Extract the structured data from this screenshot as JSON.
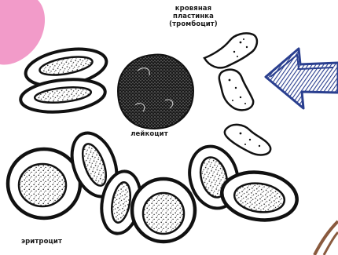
{
  "labels": {
    "platelet_line1": "кровяная",
    "platelet_line2": "пластинка",
    "platelet_line3": "(тромбоцит)",
    "leukocyte": "лейкоцит",
    "erythrocyte": "эритроцит"
  },
  "colors": {
    "pink_blob": "#f29bc9",
    "arrow_blue": "#2a3f8f",
    "ink": "#111111",
    "cell_fill": "#ffffff",
    "brown_stroke": "#8a5a3e"
  },
  "icons": {
    "pointer": "hand-drawn-arrow-left"
  }
}
